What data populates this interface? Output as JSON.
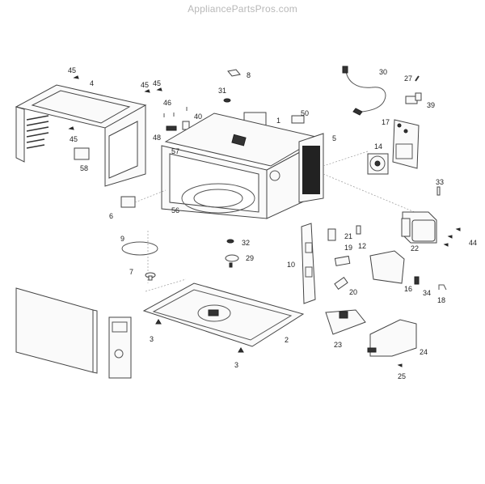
{
  "watermark": "AppliancePartsPros.com",
  "diagram": {
    "title": "Microwave exploded parts diagram",
    "callouts": [
      {
        "id": "c45a",
        "label": "45"
      },
      {
        "id": "c4",
        "label": "4"
      },
      {
        "id": "c45b",
        "label": "45"
      },
      {
        "id": "c45c",
        "label": "45"
      },
      {
        "id": "c46a",
        "label": "46"
      },
      {
        "id": "c45d",
        "label": "45"
      },
      {
        "id": "c58",
        "label": "58"
      },
      {
        "id": "c48",
        "label": "48"
      },
      {
        "id": "c40",
        "label": "40"
      },
      {
        "id": "c31",
        "label": "31"
      },
      {
        "id": "c8",
        "label": "8"
      },
      {
        "id": "c1",
        "label": "1"
      },
      {
        "id": "c50",
        "label": "50"
      },
      {
        "id": "c5",
        "label": "5"
      },
      {
        "id": "c57",
        "label": "57"
      },
      {
        "id": "c56",
        "label": "56"
      },
      {
        "id": "c6",
        "label": "6"
      },
      {
        "id": "c30",
        "label": "30"
      },
      {
        "id": "c27",
        "label": "27"
      },
      {
        "id": "c39",
        "label": "39"
      },
      {
        "id": "c17",
        "label": "17"
      },
      {
        "id": "c14",
        "label": "14"
      },
      {
        "id": "c33",
        "label": "33"
      },
      {
        "id": "c9",
        "label": "9"
      },
      {
        "id": "c7",
        "label": "7"
      },
      {
        "id": "c32",
        "label": "32"
      },
      {
        "id": "c29",
        "label": "29"
      },
      {
        "id": "c10",
        "label": "10"
      },
      {
        "id": "c21",
        "label": "21"
      },
      {
        "id": "c12",
        "label": "12"
      },
      {
        "id": "c19",
        "label": "19"
      },
      {
        "id": "c20",
        "label": "20"
      },
      {
        "id": "c22",
        "label": "22"
      },
      {
        "id": "c44",
        "label": "44"
      },
      {
        "id": "c16",
        "label": "16"
      },
      {
        "id": "c34",
        "label": "34"
      },
      {
        "id": "c18",
        "label": "18"
      },
      {
        "id": "c3a",
        "label": "3"
      },
      {
        "id": "c3b",
        "label": "3"
      },
      {
        "id": "c2",
        "label": "2"
      },
      {
        "id": "c23",
        "label": "23"
      },
      {
        "id": "c24",
        "label": "24"
      },
      {
        "id": "c25",
        "label": "25"
      }
    ]
  }
}
